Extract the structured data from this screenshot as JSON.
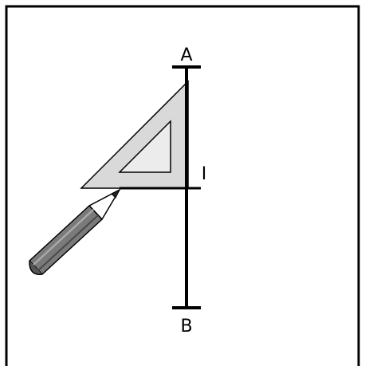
{
  "figure": {
    "labels": {
      "a": "A",
      "b": "B",
      "i": "I"
    },
    "colors": {
      "frame": "#000000",
      "segment": "#000000",
      "set_square_fill": "#d9d9d9",
      "set_square_inner": "#ececec",
      "pencil_body": "#7a7a7a",
      "pencil_wood": "#ffffff",
      "pencil_lead": "#222222"
    },
    "icons": {
      "set_square": "set-square-icon",
      "pencil": "pencil-icon"
    }
  }
}
